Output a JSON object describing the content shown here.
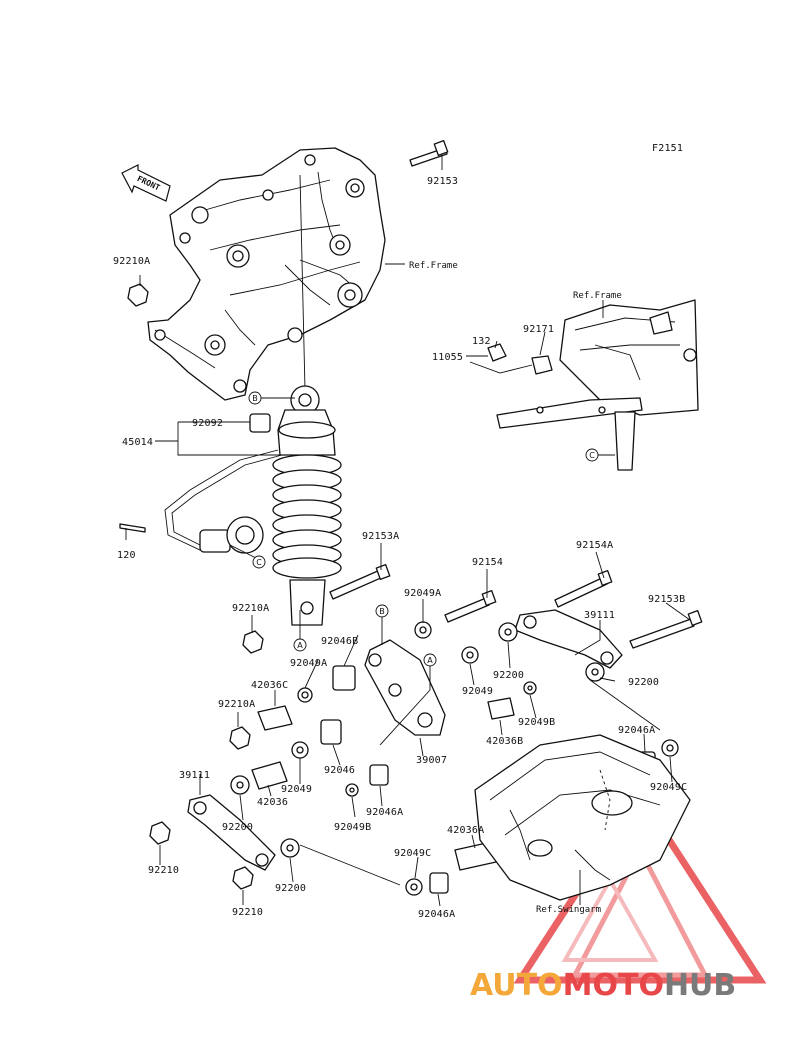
{
  "diagram": {
    "code": "F2151",
    "front_label": "FRONT",
    "callouts": {
      "c_92153": "92153",
      "c_ref_frame_1": "Ref.Frame",
      "c_92210A_top": "92210A",
      "c_ref_frame_2": "Ref.Frame",
      "c_132": "132",
      "c_92171": "92171",
      "c_11055": "11055",
      "c_92092": "92092",
      "c_45014": "45014",
      "c_120": "120",
      "c_92153A": "92153A",
      "c_92154": "92154",
      "c_92154A": "92154A",
      "c_92153B": "92153B",
      "c_92049A_r": "92049A",
      "c_39111_r": "39111",
      "c_92210A_mid": "92210A",
      "c_92046B": "92046B",
      "c_92049A_l": "92049A",
      "c_92200_a": "92200",
      "c_92200_b": "92200",
      "c_42036C": "42036C",
      "c_92049_r": "92049",
      "c_92210A_bot": "92210A",
      "c_92049B_r": "92049B",
      "c_42036B": "42036B",
      "c_39007": "39007",
      "c_92046A_r": "92046A",
      "c_92046": "92046",
      "c_92049_l": "92049",
      "c_39111_l": "39111",
      "c_42036": "42036",
      "c_92046A_m": "92046A",
      "c_92200_c": "92200",
      "c_92049B_l": "92049B",
      "c_92049C_r": "92049C",
      "c_42036A": "42036A",
      "c_92210_a": "92210",
      "c_92049C_b": "92049C",
      "c_92200_d": "92200",
      "c_92210_b": "92210",
      "c_92046A_b": "92046A",
      "c_ref_swingarm": "Ref.Swingarm"
    },
    "markers": {
      "m_A1": "A",
      "m_A2": "A",
      "m_B1": "B",
      "m_B2": "B",
      "m_C1": "C",
      "m_C2": "C"
    }
  },
  "watermark": {
    "part1": "AUTO",
    "part2": "MOTO",
    "part3": "HUB",
    "colors": {
      "orange": "#f4a83a",
      "red": "#e8474a",
      "gray": "#7a7a7a"
    }
  }
}
